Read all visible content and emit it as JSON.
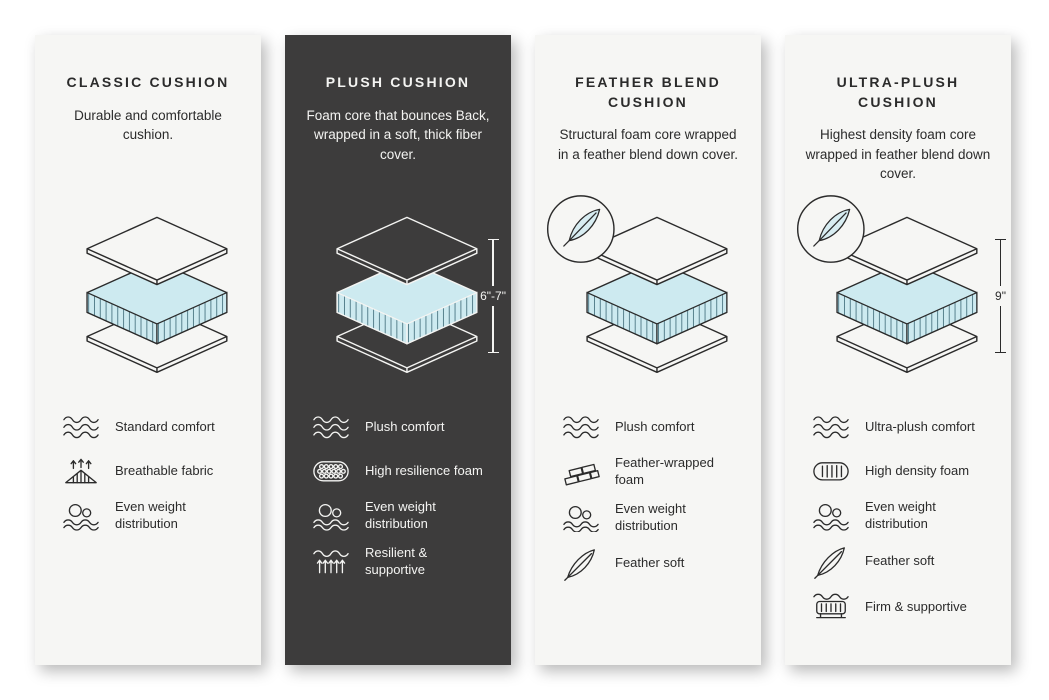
{
  "colors": {
    "page_background": "#ffffff",
    "card_light_bg": "#f6f6f4",
    "card_dark_bg": "#3d3c3c",
    "text_dark": "#2b2b2b",
    "text_light": "#f4f4f2",
    "foam_blue": "#cdeaf0",
    "foam_stripe": "#4a7582"
  },
  "cards": [
    {
      "title": "CLASSIC CUSHION",
      "description": "Durable and comfortable cushion.",
      "theme": "light",
      "feather_badge": false,
      "measurement": null,
      "features": [
        {
          "icon": "waves-icon",
          "label": "Standard comfort"
        },
        {
          "icon": "breathable-icon",
          "label": "Breathable fabric"
        },
        {
          "icon": "weight-distribution-icon",
          "label": "Even weight distribution"
        }
      ]
    },
    {
      "title": "PLUSH CUSHION",
      "description": "Foam core that bounces Back, wrapped in a soft, thick fiber cover.",
      "theme": "dark",
      "feather_badge": false,
      "measurement": "6\"-7\"",
      "features": [
        {
          "icon": "waves-icon",
          "label": "Plush comfort"
        },
        {
          "icon": "honeycomb-icon",
          "label": "High resilience foam"
        },
        {
          "icon": "weight-distribution-icon",
          "label": "Even weight distribution"
        },
        {
          "icon": "springs-icon",
          "label": "Resilient & supportive"
        }
      ]
    },
    {
      "title": "FEATHER BLEND CUSHION",
      "description": "Structural foam core wrapped in a feather blend down cover.",
      "theme": "light",
      "feather_badge": true,
      "measurement": null,
      "features": [
        {
          "icon": "waves-icon",
          "label": "Plush comfort"
        },
        {
          "icon": "bricks-icon",
          "label": "Feather-wrapped foam"
        },
        {
          "icon": "weight-distribution-icon",
          "label": "Even weight distribution"
        },
        {
          "icon": "feather-icon",
          "label": "Feather soft"
        }
      ]
    },
    {
      "title": "ULTRA-PLUSH CUSHION",
      "description": "Highest density foam core wrapped in feather blend down cover.",
      "theme": "light",
      "feather_badge": true,
      "measurement": "9\"",
      "features": [
        {
          "icon": "waves-icon",
          "label": "Ultra-plush comfort"
        },
        {
          "icon": "hd-foam-icon",
          "label": "High density foam"
        },
        {
          "icon": "weight-distribution-icon",
          "label": "Even weight distribution"
        },
        {
          "icon": "feather-icon",
          "label": "Feather soft"
        },
        {
          "icon": "firm-icon",
          "label": "Firm & supportive"
        }
      ]
    }
  ]
}
